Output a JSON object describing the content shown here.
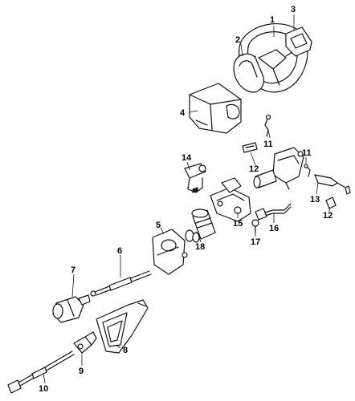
{
  "callouts": [
    {
      "id": "c1",
      "text": "1"
    },
    {
      "id": "c2",
      "text": "2"
    },
    {
      "id": "c3",
      "text": "3"
    },
    {
      "id": "c4",
      "text": "4"
    },
    {
      "id": "c5",
      "text": "5"
    },
    {
      "id": "c6",
      "text": "6"
    },
    {
      "id": "c7",
      "text": "7"
    },
    {
      "id": "c8",
      "text": "8"
    },
    {
      "id": "c9",
      "text": "9"
    },
    {
      "id": "c10",
      "text": "10"
    },
    {
      "id": "c11a",
      "text": "11"
    },
    {
      "id": "c11b",
      "text": "11"
    },
    {
      "id": "c12a",
      "text": "12"
    },
    {
      "id": "c12b",
      "text": "12"
    },
    {
      "id": "c13",
      "text": "13"
    },
    {
      "id": "c14",
      "text": "14"
    },
    {
      "id": "c15",
      "text": "15"
    },
    {
      "id": "c16",
      "text": "16"
    },
    {
      "id": "c17",
      "text": "17"
    },
    {
      "id": "c18",
      "text": "18"
    }
  ]
}
